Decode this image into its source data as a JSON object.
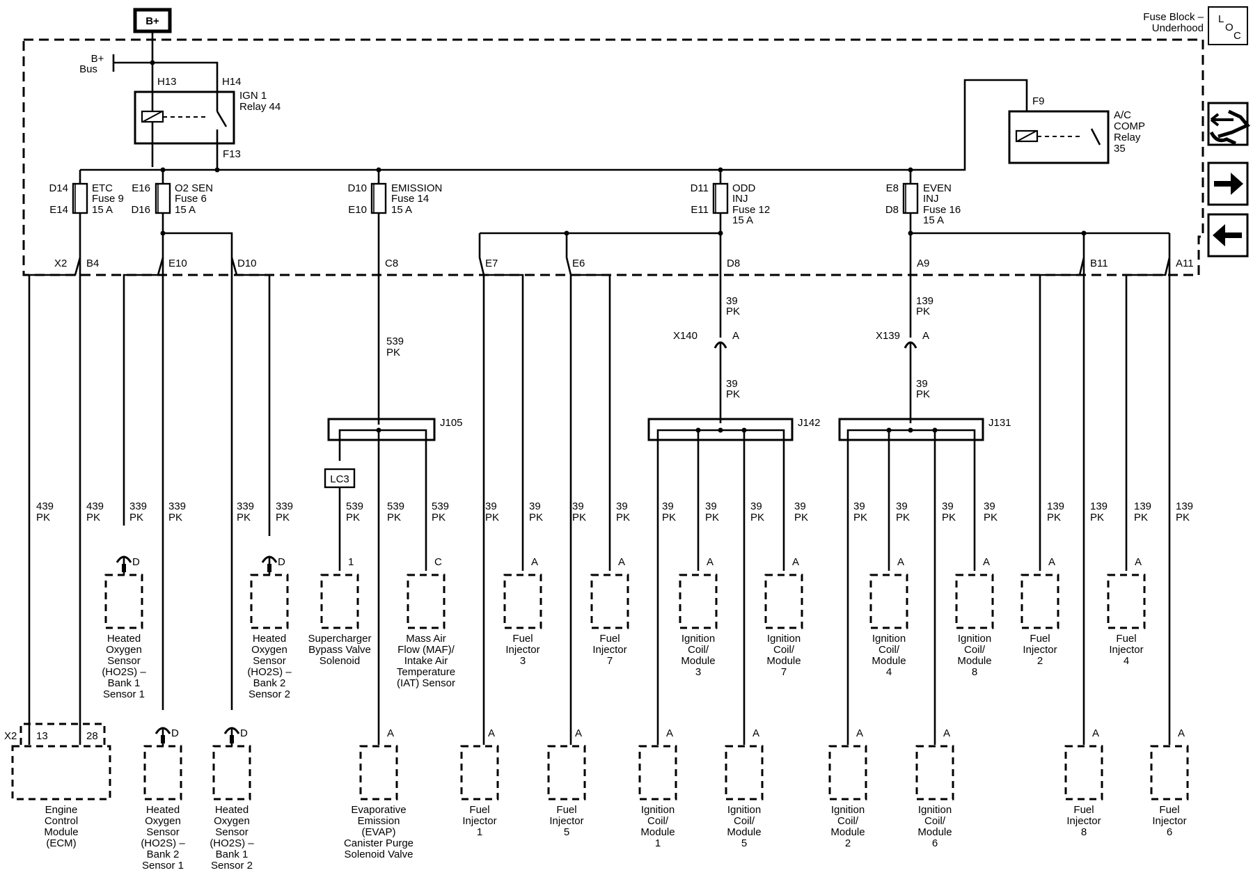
{
  "labels": {
    "b_plus": "B+",
    "b_bus_1": "B+",
    "b_bus_2": "Bus",
    "loc_title_1": "Fuse Block –",
    "loc_title_2": "Underhood",
    "loc_l": "L",
    "loc_o": "O",
    "loc_c": "C",
    "h13": "H13",
    "h14": "H14",
    "f13": "F13",
    "f9": "F9",
    "ign_relay_1": "IGN 1",
    "ign_relay_2": "Relay 44",
    "ac_relay_1": "A/C",
    "ac_relay_2": "COMP",
    "ac_relay_3": "Relay",
    "ac_relay_4": "35",
    "x2": "X2",
    "fuses": [
      {
        "top_pin": "D14",
        "bot_pin": "E14",
        "l1": "ETC",
        "l2": "Fuse 9",
        "l3": "15 A",
        "l4": ""
      },
      {
        "top_pin": "E16",
        "bot_pin": "D16",
        "l1": "O2 SEN",
        "l2": "Fuse 6",
        "l3": "15 A",
        "l4": ""
      },
      {
        "top_pin": "D10",
        "bot_pin": "E10",
        "l1": "EMISSION",
        "l2": "Fuse 14",
        "l3": "15 A",
        "l4": ""
      },
      {
        "top_pin": "D11",
        "bot_pin": "E11",
        "l1": "ODD",
        "l2": "INJ",
        "l3": "Fuse 12",
        "l4": "15 A"
      },
      {
        "top_pin": "E8",
        "bot_pin": "D8",
        "l1": "EVEN",
        "l2": "INJ",
        "l3": "Fuse 16",
        "l4": "15 A"
      }
    ],
    "x2_pins": [
      "B4",
      "E10",
      "D10",
      "C8",
      "E7",
      "E6",
      "D8",
      "A9",
      "B11",
      "A11"
    ],
    "wires": [
      {
        "c": "439",
        "p": "PK"
      },
      {
        "c": "439",
        "p": "PK"
      },
      {
        "c": "339",
        "p": "PK"
      },
      {
        "c": "339",
        "p": "PK"
      },
      {
        "c": "339",
        "p": "PK"
      },
      {
        "c": "339",
        "p": "PK"
      },
      {
        "c": "539",
        "p": "PK"
      },
      {
        "c": "539",
        "p": "PK"
      },
      {
        "c": "539",
        "p": "PK"
      },
      {
        "c": "39",
        "p": "PK"
      },
      {
        "c": "39",
        "p": "PK"
      },
      {
        "c": "39",
        "p": "PK"
      },
      {
        "c": "39",
        "p": "PK"
      },
      {
        "c": "39",
        "p": "PK"
      },
      {
        "c": "39",
        "p": "PK"
      },
      {
        "c": "39",
        "p": "PK"
      },
      {
        "c": "39",
        "p": "PK"
      },
      {
        "c": "39",
        "p": "PK"
      },
      {
        "c": "39",
        "p": "PK"
      },
      {
        "c": "39",
        "p": "PK"
      },
      {
        "c": "39",
        "p": "PK"
      },
      {
        "c": "139",
        "p": "PK"
      },
      {
        "c": "139",
        "p": "PK"
      },
      {
        "c": "139",
        "p": "PK"
      },
      {
        "c": "139",
        "p": "PK"
      }
    ],
    "emission_trunk": {
      "c": "539",
      "p": "PK"
    },
    "odd_trunk_a": {
      "c": "39",
      "p": "PK"
    },
    "odd_trunk_b": {
      "c": "39",
      "p": "PK"
    },
    "even_trunk_a": {
      "c": "139",
      "p": "PK"
    },
    "even_trunk_b": {
      "c": "39",
      "p": "PK"
    },
    "x140": "X140",
    "x139": "X139",
    "j105": "J105",
    "j142": "J142",
    "j131": "J131",
    "lc3": "LC3",
    "pin_a": "A",
    "pin_c": "C",
    "pin_d": "D",
    "pin_1": "1",
    "ecm_pin_13": "13",
    "ecm_pin_28": "28",
    "x2_bottom": "X2"
  },
  "components_upper": [
    {
      "lines": [
        "Heated",
        "Oxygen",
        "Sensor",
        "(HO2S) –",
        "Bank 1",
        "Sensor 1"
      ],
      "pin": "D"
    },
    {
      "lines": [
        "Heated",
        "Oxygen",
        "Sensor",
        "(HO2S) –",
        "Bank 2",
        "Sensor 2"
      ],
      "pin": "D"
    },
    {
      "lines": [
        "Supercharger",
        "Bypass Valve",
        "Solenoid"
      ],
      "pin": "1"
    },
    {
      "lines": [
        "Mass Air",
        "Flow (MAF)/",
        "Intake Air",
        "Temperature",
        "(IAT) Sensor"
      ],
      "pin": "C"
    },
    {
      "lines": [
        "Fuel",
        "Injector",
        "3"
      ],
      "pin": "A"
    },
    {
      "lines": [
        "Fuel",
        "Injector",
        "7"
      ],
      "pin": "A"
    },
    {
      "lines": [
        "Ignition",
        "Coil/",
        "Module",
        "3"
      ],
      "pin": "A"
    },
    {
      "lines": [
        "Ignition",
        "Coil/",
        "Module",
        "7"
      ],
      "pin": "A"
    },
    {
      "lines": [
        "Ignition",
        "Coil/",
        "Module",
        "4"
      ],
      "pin": "A"
    },
    {
      "lines": [
        "Ignition",
        "Coil/",
        "Module",
        "8"
      ],
      "pin": "A"
    },
    {
      "lines": [
        "Fuel",
        "Injector",
        "2"
      ],
      "pin": "A"
    },
    {
      "lines": [
        "Fuel",
        "Injector",
        "4"
      ],
      "pin": "A"
    }
  ],
  "components_lower": [
    {
      "lines": [
        "Engine",
        "Control",
        "Module",
        "(ECM)"
      ],
      "pin": ""
    },
    {
      "lines": [
        "Heated",
        "Oxygen",
        "Sensor",
        "(HO2S) –",
        "Bank 2",
        "Sensor 1"
      ],
      "pin": "D"
    },
    {
      "lines": [
        "Heated",
        "Oxygen",
        "Sensor",
        "(HO2S) –",
        "Bank 1",
        "Sensor 2"
      ],
      "pin": "D"
    },
    {
      "lines": [
        "Evaporative",
        "Emission",
        "(EVAP)",
        "Canister Purge",
        "Solenoid Valve"
      ],
      "pin": "A"
    },
    {
      "lines": [
        "Fuel",
        "Injector",
        "1"
      ],
      "pin": "A"
    },
    {
      "lines": [
        "Fuel",
        "Injector",
        "5"
      ],
      "pin": "A"
    },
    {
      "lines": [
        "Ignition",
        "Coil/",
        "Module",
        "1"
      ],
      "pin": "A"
    },
    {
      "lines": [
        "Ignition",
        "Coil/",
        "Module",
        "5"
      ],
      "pin": "A"
    },
    {
      "lines": [
        "Ignition",
        "Coil/",
        "Module",
        "2"
      ],
      "pin": "A"
    },
    {
      "lines": [
        "Ignition",
        "Coil/",
        "Module",
        "6"
      ],
      "pin": "A"
    },
    {
      "lines": [
        "Fuel",
        "Injector",
        "8"
      ],
      "pin": "A"
    },
    {
      "lines": [
        "Fuel",
        "Injector",
        "6"
      ],
      "pin": "A"
    }
  ],
  "icons": [
    "wrench-arrow-icon",
    "arrow-right-icon",
    "arrow-left-icon"
  ]
}
